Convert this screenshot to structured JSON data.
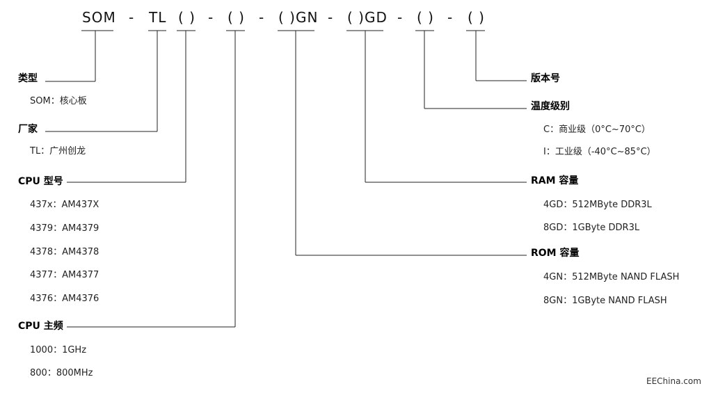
{
  "part_number": {
    "som": "SOM",
    "dash": "-",
    "tl": "TL",
    "cpu_model_slot": "( )",
    "cpu_freq_slot": "( )",
    "rom_slot": "( )GN",
    "ram_slot": "( )GD",
    "temp_slot": "( )",
    "version_slot": "( )"
  },
  "left": {
    "type": {
      "heading": "类型",
      "items": [
        "SOM：核心板"
      ]
    },
    "vendor": {
      "heading": "厂家",
      "items": [
        "TL：广州创龙"
      ]
    },
    "cpu_model": {
      "heading": "CPU 型号",
      "items": [
        "437x：AM437X",
        "4379：AM4379",
        "4378：AM4378",
        "4377：AM4377",
        "4376：AM4376"
      ]
    },
    "cpu_freq": {
      "heading": "CPU 主频",
      "items": [
        "1000：1GHz",
        "800：800MHz"
      ]
    }
  },
  "right": {
    "version": {
      "heading": "版本号",
      "items": []
    },
    "temperature": {
      "heading": "温度级别",
      "items": [
        "C：商业级（0°C~70°C）",
        "I：工业级（-40°C~85°C）"
      ]
    },
    "ram": {
      "heading": "RAM 容量",
      "items": [
        "4GD：512MByte DDR3L",
        "8GD：1GByte DDR3L"
      ]
    },
    "rom": {
      "heading": "ROM 容量",
      "items": [
        "4GN：512MByte NAND FLASH",
        "8GN：1GByte NAND FLASH"
      ]
    }
  },
  "watermark": "EEChina.com"
}
